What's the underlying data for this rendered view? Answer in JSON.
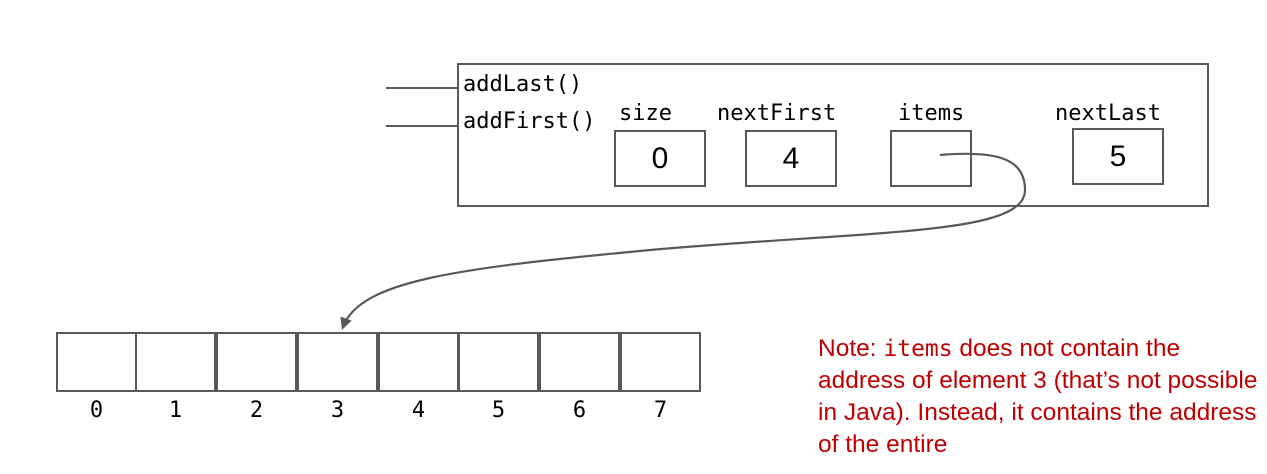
{
  "methods": [
    "addLast()",
    "addFirst()"
  ],
  "fields": {
    "size": {
      "label": "size",
      "value": "0"
    },
    "nextFirst": {
      "label": "nextFirst",
      "value": "4"
    },
    "items": {
      "label": "items",
      "value": ""
    },
    "nextLast": {
      "label": "nextLast",
      "value": "5"
    }
  },
  "array": {
    "indices": [
      "0",
      "1",
      "2",
      "3",
      "4",
      "5",
      "6",
      "7"
    ],
    "pointer_target_index": 3
  },
  "note": {
    "prefix": "Note: ",
    "code": "items",
    "text": " does not contain the address of element 3 (that’s not possible in Java). Instead, it contains the address of the entire"
  },
  "colors": {
    "stroke": "#595959",
    "note_text": "#c00000"
  }
}
